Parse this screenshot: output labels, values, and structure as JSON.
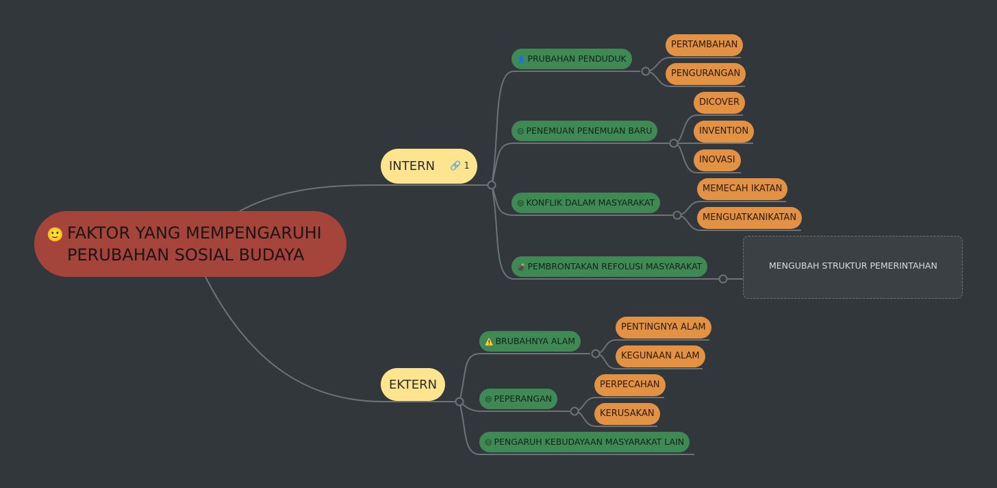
{
  "root": {
    "emoji": "🙂",
    "line1": "FAKTOR YANG MEMPENGARUHI",
    "line2": "PERUBAHAN SOSIAL BUDAYA"
  },
  "intern": {
    "label": "INTERN",
    "link_icon": "link-icon",
    "link_count": "1",
    "children": [
      {
        "icon": "👤",
        "label": "PRUBAHAN PENDUDUK",
        "children": [
          "PERTAMBAHAN",
          "PENGURANGAN"
        ]
      },
      {
        "icon": "😑",
        "label": "PENEMUAN PENEMUAN BARU",
        "children": [
          "DICOVER",
          "INVENTION",
          "INOVASI"
        ]
      },
      {
        "icon": "😒",
        "label": "KONFLIK DALAM MASYARAKAT",
        "children": [
          "MEMECAH IKATAN",
          "MENGUATKANIKATAN"
        ]
      },
      {
        "icon": "💣",
        "label": "PEMBRONTAKAN REFOLUSI MASYARAKAT",
        "children": [
          "MENGUBAH STRUKTUR PEMERINTAHAN"
        ]
      }
    ]
  },
  "ekstern": {
    "label": "EKTERN",
    "children": [
      {
        "icon": "⚠️",
        "label": "BRUBAHNYA ALAM",
        "children": [
          "PENTINGNYA ALAM",
          "KEGUNAAN ALAM"
        ]
      },
      {
        "icon": "😒",
        "label": "PEPERANGAN",
        "children": [
          "PERPECAHAN",
          "KERUSAKAN"
        ]
      },
      {
        "icon": "😑",
        "label": "PENGARUH KEBUDAYAAN MASYARAKAT LAIN",
        "children": []
      }
    ]
  },
  "colors": {
    "background": "#32373b",
    "root": "#a5443a",
    "level1": "#fde48e",
    "level2": "#3f8a54",
    "level3": "#e39244",
    "connector": "#6e7378"
  }
}
